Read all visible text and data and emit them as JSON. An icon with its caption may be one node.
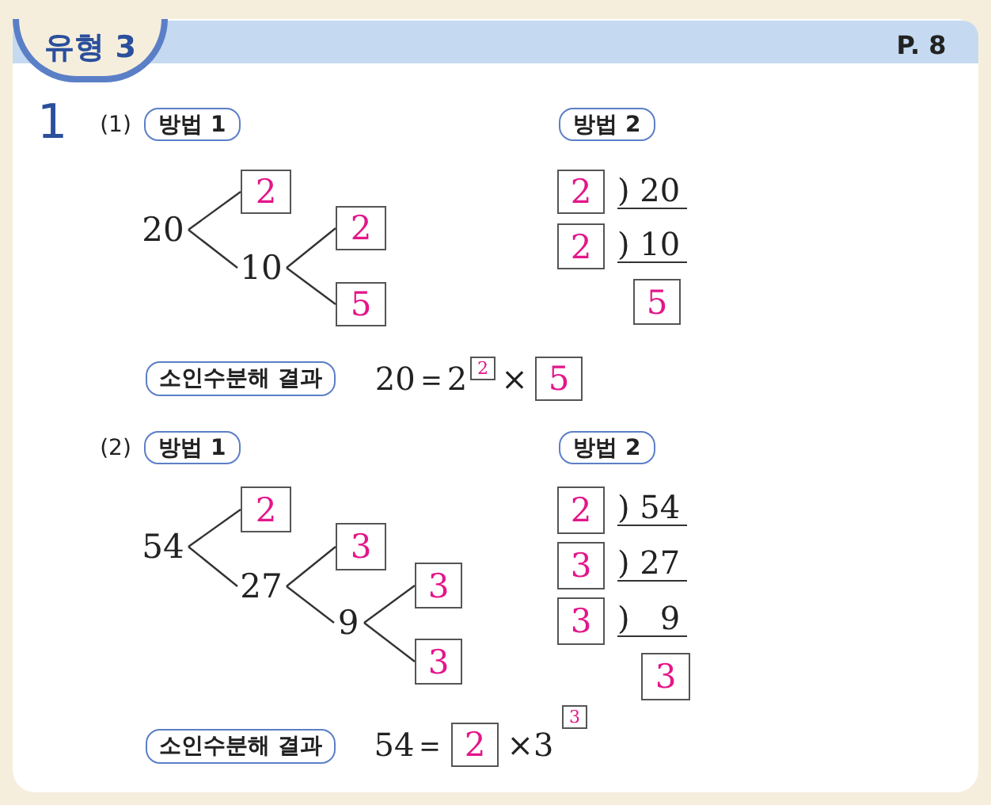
{
  "diagram": {
    "nodes": [
      {
        "text": [
          "유형 3"
        ]
      },
      {
        "text": [
          "방법 1"
        ]
      },
      {
        "text": [
          "방법 2"
        ]
      },
      {
        "text": [
          "20"
        ]
      },
      {
        "text": [
          "2"
        ]
      },
      {
        "text": [
          "10"
        ]
      },
      {
        "text": [
          "2"
        ]
      },
      {
        "text": [
          "5"
        ]
      },
      {
        "text": [
          "2"
        ]
      },
      {
        "text": [
          "2"
        ]
      },
      {
        "text": [
          "5"
        ]
      },
      {
        "text": [
          "소인수분해 결과"
        ]
      },
      {
        "text": [
          "2"
        ]
      },
      {
        "text": [
          "5"
        ]
      },
      {
        "text": [
          "방법 1"
        ]
      },
      {
        "text": [
          "방법 2"
        ]
      },
      {
        "text": [
          "54"
        ]
      },
      {
        "text": [
          "2"
        ]
      },
      {
        "text": [
          "27"
        ]
      },
      {
        "text": [
          "3"
        ]
      },
      {
        "text": [
          "9"
        ]
      },
      {
        "text": [
          "3"
        ]
      },
      {
        "text": [
          "3"
        ]
      },
      {
        "text": [
          "2"
        ]
      },
      {
        "text": [
          "3"
        ]
      },
      {
        "text": [
          "3"
        ]
      },
      {
        "text": [
          "3"
        ]
      },
      {
        "text": [
          "소인수분해 결과"
        ]
      },
      {
        "text": [
          "2"
        ]
      },
      {
        "text": [
          "3"
        ]
      }
    ],
    "edges": [
      {
        "from": 3,
        "to": 4,
        "arrow": "none"
      },
      {
        "from": 3,
        "to": 5,
        "arrow": "none"
      },
      {
        "from": 5,
        "to": 6,
        "arrow": "none"
      },
      {
        "from": 5,
        "to": 7,
        "arrow": "none"
      },
      {
        "from": 16,
        "to": 17,
        "arrow": "none"
      },
      {
        "from": 16,
        "to": 18,
        "arrow": "none"
      },
      {
        "from": 18,
        "to": 19,
        "arrow": "none"
      },
      {
        "from": 18,
        "to": 20,
        "arrow": "none"
      },
      {
        "from": 20,
        "to": 21,
        "arrow": "none"
      },
      {
        "from": 20,
        "to": 22,
        "arrow": "none"
      }
    ],
    "labels": [
      "P. 8",
      "1",
      "(1)",
      ") 20",
      ") 10",
      "20＝2",
      "×",
      "(2)",
      ") 54",
      ") 27",
      ")   9",
      "54＝",
      "×3"
    ]
  }
}
